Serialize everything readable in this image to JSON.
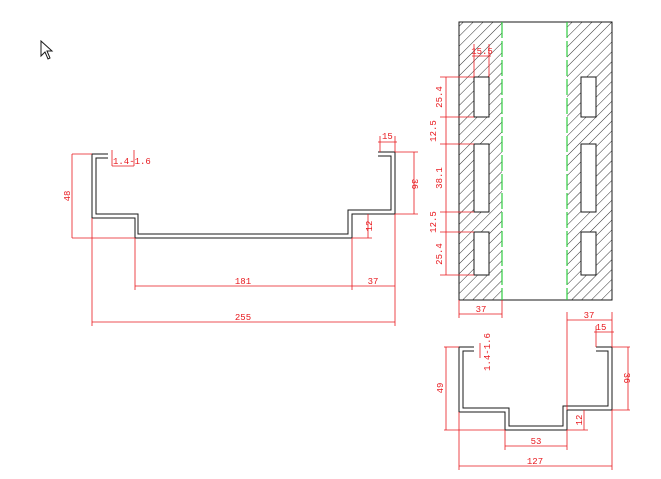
{
  "colors": {
    "background": "#ffffff",
    "outline": "#1a1a1a",
    "dimension": "#e8191e",
    "hatch": "#1a1a1a",
    "centerline": "#2ecc40"
  },
  "cursor": {
    "icon": "mouse-pointer-icon"
  },
  "left_profile": {
    "dims": {
      "height_left": "48",
      "thickness": "1.4-1.6",
      "lip_top": "15",
      "height_right": "36",
      "step": "12",
      "bottom": "181",
      "right_flange": "37",
      "total": "255"
    }
  },
  "hatched_view": {
    "dims": {
      "slot_width": "15.5",
      "slot1": "25.4",
      "gap1": "12.5",
      "slot2": "38.1",
      "gap2": "12.5",
      "slot3": "25.4",
      "bottom_width": "37"
    }
  },
  "small_profile": {
    "dims": {
      "flange_top": "37",
      "lip": "15",
      "thickness": "1.4-1.6",
      "height_left": "49",
      "height_right": "36",
      "step": "12",
      "bottom": "53",
      "total": "127"
    }
  }
}
